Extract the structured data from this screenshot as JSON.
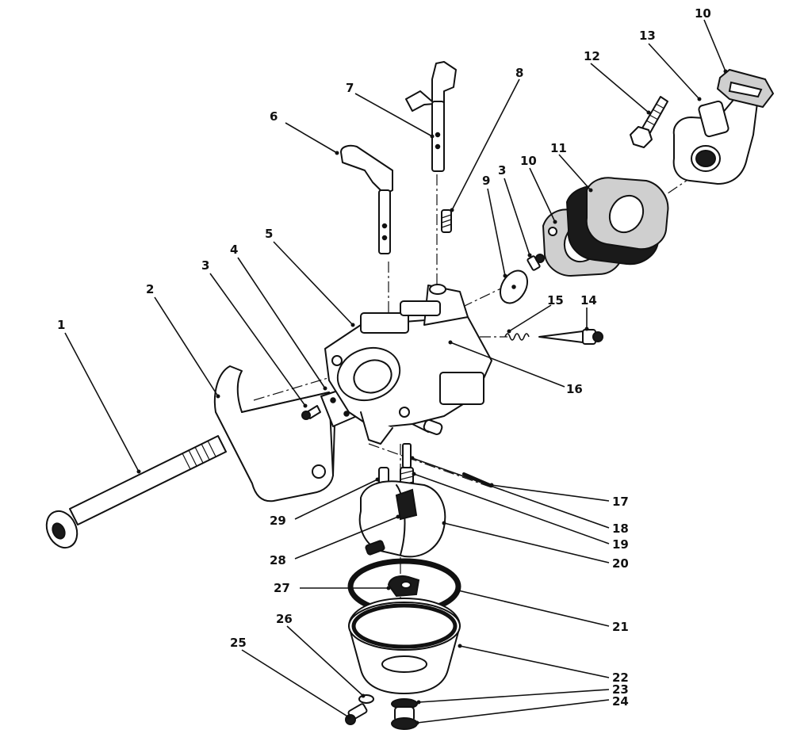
{
  "callouts": [
    {
      "id": "c1",
      "text": "1"
    },
    {
      "id": "c2",
      "text": "2"
    },
    {
      "id": "c3a",
      "text": "3"
    },
    {
      "id": "c4",
      "text": "4"
    },
    {
      "id": "c5",
      "text": "5"
    },
    {
      "id": "c6",
      "text": "6"
    },
    {
      "id": "c7",
      "text": "7"
    },
    {
      "id": "c8",
      "text": "8"
    },
    {
      "id": "c9",
      "text": "9"
    },
    {
      "id": "c3b",
      "text": "3"
    },
    {
      "id": "c10a",
      "text": "10"
    },
    {
      "id": "c11",
      "text": "11"
    },
    {
      "id": "c12",
      "text": "12"
    },
    {
      "id": "c13",
      "text": "13"
    },
    {
      "id": "c10b",
      "text": "10"
    },
    {
      "id": "c15",
      "text": "15"
    },
    {
      "id": "c14",
      "text": "14"
    },
    {
      "id": "c16",
      "text": "16"
    },
    {
      "id": "c17",
      "text": "17"
    },
    {
      "id": "c18",
      "text": "18"
    },
    {
      "id": "c19",
      "text": "19"
    },
    {
      "id": "c20",
      "text": "20"
    },
    {
      "id": "c21",
      "text": "21"
    },
    {
      "id": "c22",
      "text": "22"
    },
    {
      "id": "c23",
      "text": "23"
    },
    {
      "id": "c24",
      "text": "24"
    },
    {
      "id": "c25",
      "text": "25"
    },
    {
      "id": "c26",
      "text": "26"
    },
    {
      "id": "c27",
      "text": "27"
    },
    {
      "id": "c28",
      "text": "28"
    },
    {
      "id": "c29",
      "text": "29"
    }
  ],
  "colors": {
    "ink": "#111111",
    "gasket": "#cfcfcf",
    "paper": "#ffffff"
  }
}
